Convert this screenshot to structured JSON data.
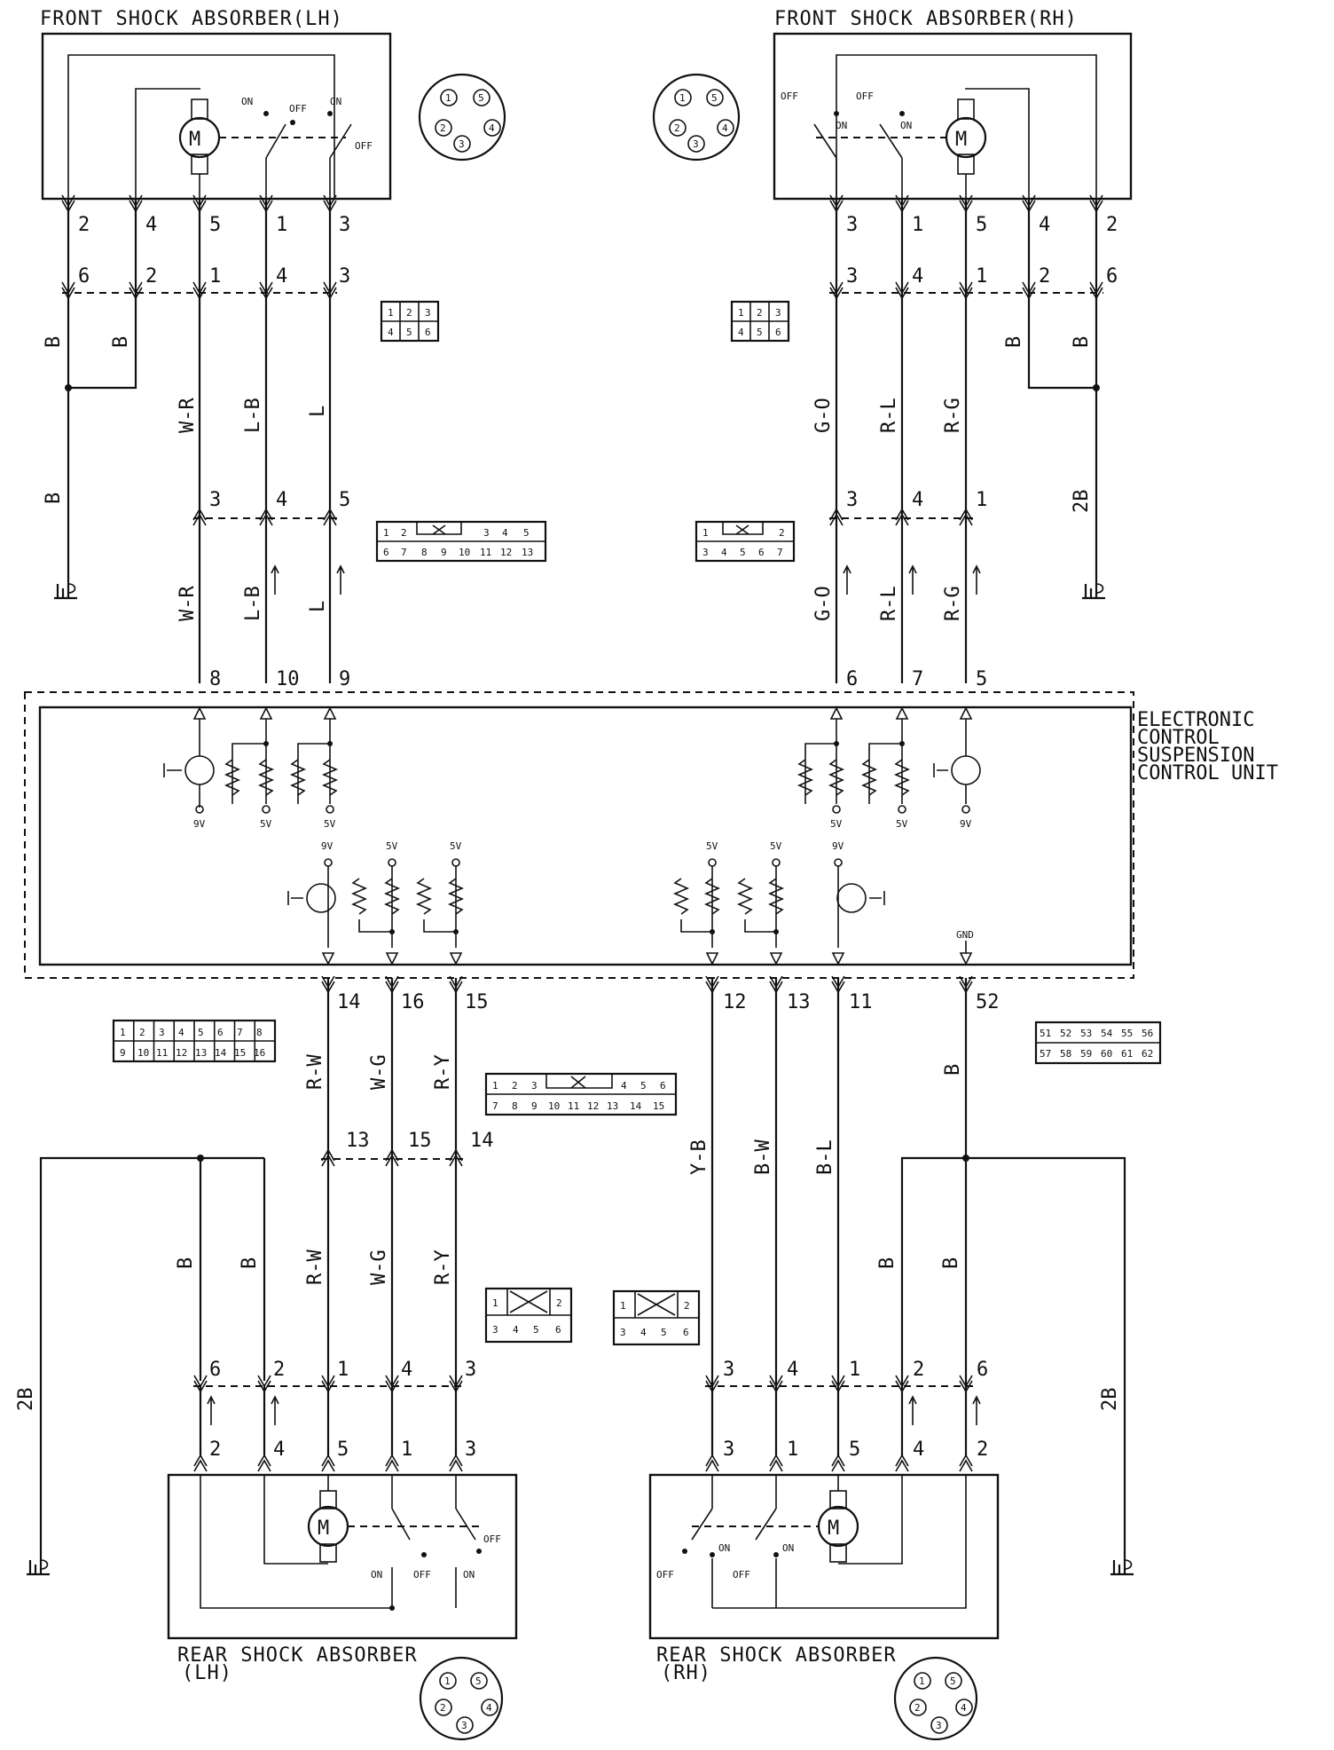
{
  "components": {
    "front_lh": {
      "title": "FRONT SHOCK ABSORBER(LH)",
      "motor": "M",
      "on_a": "ON",
      "off_a": "OFF",
      "on_b": "ON",
      "off_b": "OFF"
    },
    "front_rh": {
      "title": "FRONT SHOCK ABSORBER(RH)",
      "motor": "M",
      "off_a": "OFF",
      "on_a": "ON",
      "off_b": "OFF",
      "on_b": "ON"
    },
    "rear_lh": {
      "title_line1": "REAR SHOCK ABSORBER",
      "title_line2": "(LH)",
      "motor": "M",
      "on_a": "ON",
      "off_a": "OFF",
      "on_b": "ON",
      "off_b": "OFF"
    },
    "rear_rh": {
      "title_line1": "REAR SHOCK ABSORBER",
      "title_line2": "(RH)",
      "motor": "M",
      "off_a": "OFF",
      "on_a": "ON",
      "off_b": "OFF",
      "on_b": "ON"
    },
    "ecu": {
      "line1": "ELECTRONIC",
      "line2": "CONTROL",
      "line3": "SUSPENSION",
      "line4": "CONTROL UNIT",
      "supply_9v": "9V",
      "supply_5v": "5V",
      "gnd": "GND"
    }
  },
  "wires": {
    "front_lh": {
      "pins_top": [
        "2",
        "4",
        "5",
        "1",
        "3"
      ],
      "pins_joint": [
        "6",
        "2",
        "1",
        "4",
        "3"
      ],
      "colors_upper": [
        "B",
        "B",
        "W-R",
        "L-B",
        "L"
      ],
      "ground_color": "B",
      "pins_mid": [
        "3",
        "4",
        "5"
      ],
      "colors_lower": [
        "W-R",
        "L-B",
        "L"
      ],
      "ecu_pins": [
        "8",
        "10",
        "9"
      ]
    },
    "front_rh": {
      "pins_top": [
        "3",
        "1",
        "5",
        "4",
        "2"
      ],
      "pins_joint": [
        "3",
        "4",
        "1",
        "2",
        "6"
      ],
      "colors_upper": [
        "G-O",
        "R-L",
        "R-G",
        "B",
        "B"
      ],
      "ground_color": "2B",
      "pins_mid": [
        "3",
        "4",
        "1"
      ],
      "colors_lower": [
        "G-O",
        "R-L",
        "R-G"
      ],
      "ecu_pins": [
        "6",
        "7",
        "5"
      ]
    },
    "rear_lh": {
      "ecu_pins": [
        "14",
        "16",
        "15"
      ],
      "colors_upper": [
        "R-W",
        "W-G",
        "R-Y"
      ],
      "pins_mid": [
        "13",
        "15",
        "14"
      ],
      "colors_lower": [
        "R-W",
        "W-G",
        "R-Y"
      ],
      "ground_colors": [
        "B",
        "B"
      ],
      "ground_label": "2B",
      "pins_joint": [
        "6",
        "2",
        "1",
        "4",
        "3"
      ],
      "pins_bottom": [
        "2",
        "4",
        "5",
        "1",
        "3"
      ]
    },
    "rear_rh": {
      "ecu_pins": [
        "12",
        "13",
        "11"
      ],
      "gnd_pin": "52",
      "gnd_color": "B",
      "colors": [
        "Y-B",
        "B-W",
        "B-L"
      ],
      "ground_colors": [
        "B",
        "B"
      ],
      "ground_label": "2B",
      "pins_joint": [
        "3",
        "4",
        "1",
        "2",
        "6"
      ],
      "pins_bottom": [
        "3",
        "1",
        "5",
        "4",
        "2"
      ]
    }
  },
  "connectors": {
    "six_pin_rows": [
      [
        "1",
        "2",
        "3"
      ],
      [
        "4",
        "5",
        "6"
      ]
    ],
    "lh_13_top": [
      "1",
      "2",
      "",
      "3",
      "4",
      "5"
    ],
    "lh_13_bottom": [
      "6",
      "7",
      "8",
      "9",
      "10",
      "11",
      "12",
      "13"
    ],
    "rh_7_top": [
      "1",
      "",
      "2"
    ],
    "rh_7_bottom": [
      "3",
      "4",
      "5",
      "6",
      "7"
    ],
    "ecu_16_top": [
      "1",
      "2",
      "3",
      "4",
      "5",
      "6",
      "7",
      "8"
    ],
    "ecu_16_bottom": [
      "9",
      "10",
      "11",
      "12",
      "13",
      "14",
      "15",
      "16"
    ],
    "mid_15_top": [
      "1",
      "2",
      "3",
      "",
      "4",
      "5",
      "6"
    ],
    "mid_15_bottom": [
      "7",
      "8",
      "9",
      "10",
      "11",
      "12",
      "13",
      "14",
      "15"
    ],
    "ecu_52_top": [
      "51",
      "52",
      "53",
      "54",
      "55",
      "56"
    ],
    "ecu_52_bottom": [
      "57",
      "58",
      "59",
      "60",
      "61",
      "62"
    ],
    "rear_lh_6_top": [
      "1",
      "",
      "2"
    ],
    "rear_lh_6_bottom": [
      "3",
      "4",
      "5",
      "6"
    ],
    "rear_rh_6_top": [
      "1",
      "",
      "2"
    ],
    "rear_rh_6_bottom": [
      "3",
      "4",
      "5",
      "6"
    ],
    "round_pins": [
      "1",
      "5",
      "2",
      "4",
      "3"
    ]
  }
}
